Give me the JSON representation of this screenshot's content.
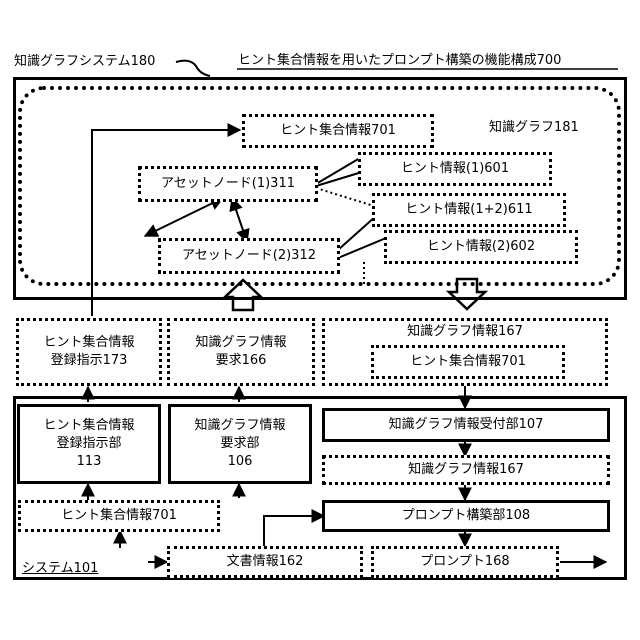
{
  "titles": {
    "system_kg": "知識グラフシステム180",
    "figure": "ヒント集合情報を用いたプロンプト構築の機能構成700",
    "knowledge_graph": "知識グラフ181",
    "system": "システム101"
  },
  "kg_nodes": {
    "hint_set": "ヒント集合情報701",
    "asset1": "アセットノード(1)311",
    "asset2": "アセットノード(2)312",
    "hint1": "ヒント情報(1)601",
    "hint12": "ヒント情報(1+2)611",
    "hint2": "ヒント情報(2)602"
  },
  "middle": {
    "reg_instruction": [
      "ヒント集合情報",
      "登録指示173"
    ],
    "kg_request": [
      "知識グラフ情報",
      "要求166"
    ],
    "kg_info": "知識グラフ情報167",
    "kg_info_hint_set": "ヒント集合情報701"
  },
  "system": {
    "reg_unit": [
      "ヒント集合情報",
      "登録指示部",
      "113"
    ],
    "req_unit": [
      "知識グラフ情報",
      "要求部",
      "106"
    ],
    "receiver": "知識グラフ情報受付部107",
    "kg_info": "知識グラフ情報167",
    "hint_set": "ヒント集合情報701",
    "builder": "プロンプト構築部108",
    "document": "文書情報162",
    "prompt": "プロンプト168"
  }
}
